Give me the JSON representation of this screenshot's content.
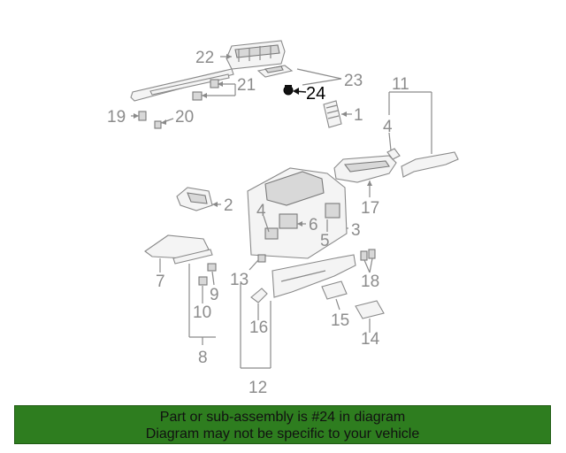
{
  "callouts": {
    "c1": "1",
    "c2": "2",
    "c3": "3",
    "c4a": "4",
    "c4b": "4",
    "c5": "5",
    "c6": "6",
    "c7": "7",
    "c8": "8",
    "c9": "9",
    "c10": "10",
    "c11": "11",
    "c12": "12",
    "c13": "13",
    "c14": "14",
    "c15": "15",
    "c16": "16",
    "c17": "17",
    "c18": "18",
    "c19": "19",
    "c20": "20",
    "c21": "21",
    "c22": "22",
    "c23": "23",
    "c24": "24"
  },
  "highlight_part": "24",
  "colors": {
    "banner_background": "#2e7d1f",
    "callout_gray": "#8c8c8c",
    "highlight": "#000000"
  },
  "banner": {
    "line1": "Part or sub-assembly is #24 in diagram",
    "line2": "Diagram may not be specific to your vehicle"
  }
}
